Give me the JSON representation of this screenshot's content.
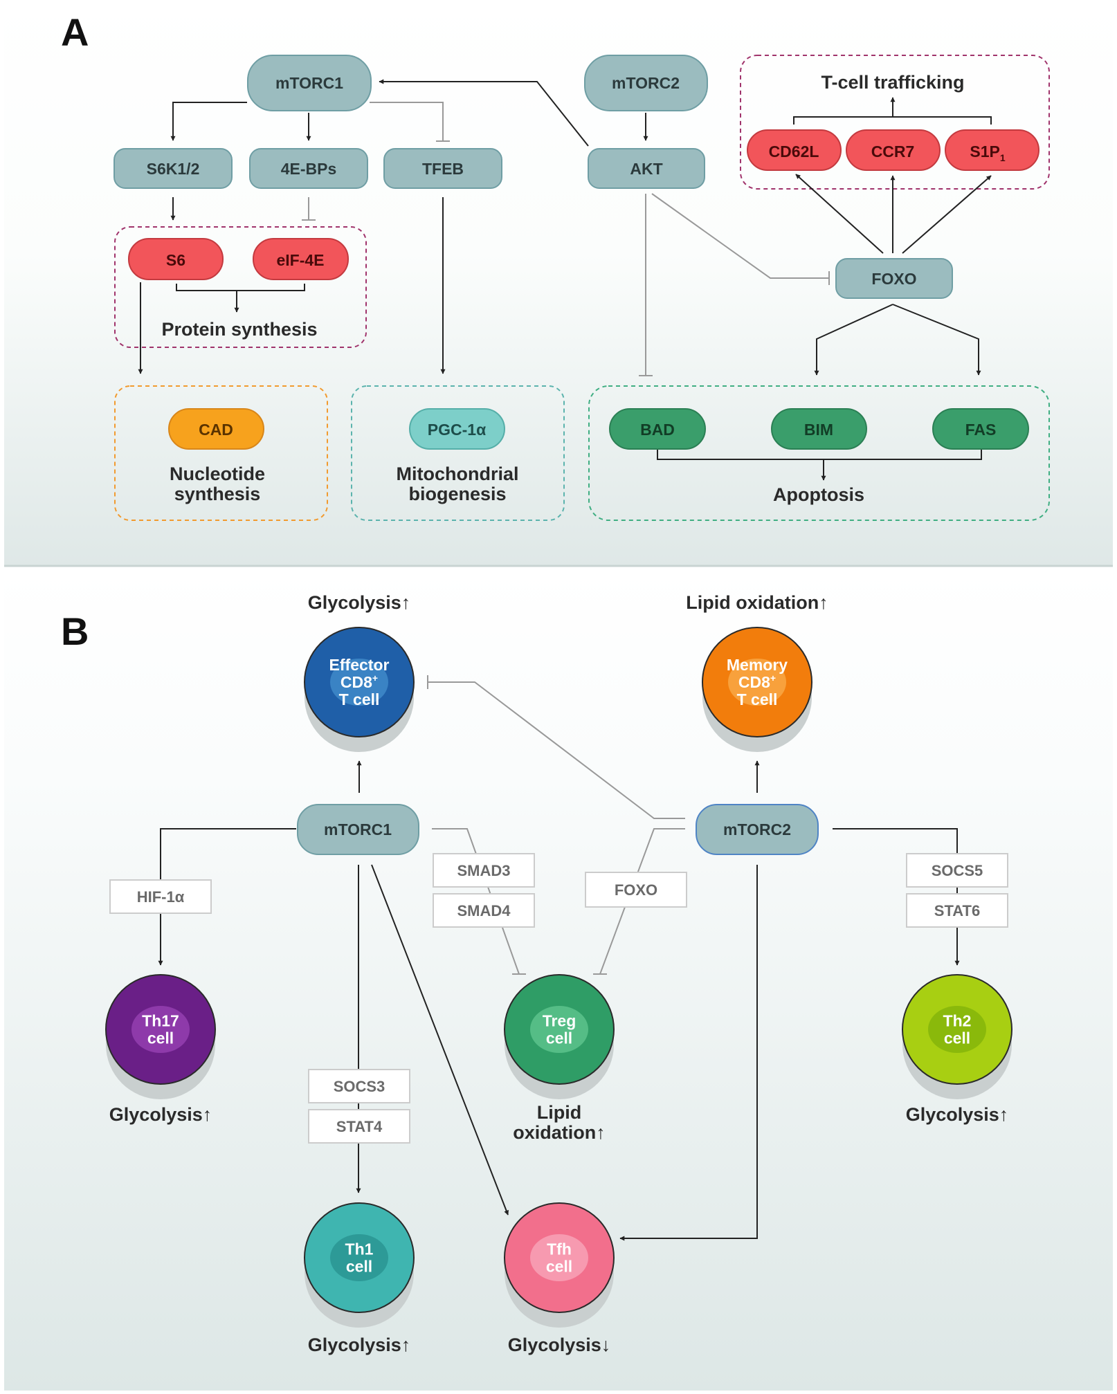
{
  "panels": {
    "a_letter": "A",
    "b_letter": "B"
  },
  "colors": {
    "node_fill": "#9bbcbf",
    "node_stroke": "#6f9ea4",
    "red_fill": "#f2555a",
    "red_stroke": "#c33a3f",
    "green_fill": "#3a9e6b",
    "green_stroke": "#2b7f54",
    "cad_fill": "#f7a21d",
    "pgc_fill": "#7dcfc9",
    "group_magenta": "#a0336b",
    "group_orange": "#f29a2e",
    "group_teal": "#5bb3ad",
    "group_green": "#3fae82",
    "panel_bg_top": "#ffffff",
    "panel_bg_bottom": "#e3ebea"
  },
  "panel_a": {
    "nodes": {
      "mtorc1": "mTORC1",
      "mtorc2": "mTORC2",
      "s6k": "S6K1/2",
      "ebps": "4E-BPs",
      "tfeb": "TFEB",
      "akt": "AKT",
      "foxo": "FOXO"
    },
    "red_nodes": {
      "s6": "S6",
      "eif4e": "eIF-4E",
      "cd62l": "CD62L",
      "ccr7": "CCR7",
      "s1p1": "S1P",
      "s1p1_sub": "1"
    },
    "green_nodes": {
      "bad": "BAD",
      "bim": "BIM",
      "fas": "FAS"
    },
    "cad": "CAD",
    "pgc": "PGC-1α",
    "labels": {
      "protein_synthesis": "Protein synthesis",
      "tcell_trafficking": "T-cell trafficking",
      "nucleotide_1": "Nucleotide",
      "nucleotide_2": "synthesis",
      "mito_1": "Mitochondrial",
      "mito_2": "biogenesis",
      "apoptosis": "Apoptosis"
    }
  },
  "panel_b": {
    "nodes": {
      "mtorc1": "mTORC1",
      "mtorc2": "mTORC2"
    },
    "boxes": {
      "hif": "HIF-1α",
      "smad3": "SMAD3",
      "smad4": "SMAD4",
      "foxo": "FOXO",
      "socs5": "SOCS5",
      "stat6": "STAT6",
      "socs3": "SOCS3",
      "stat4": "STAT4"
    },
    "cells": {
      "effector": {
        "line1": "Effector",
        "line2": "CD8",
        "line2_sup": "+",
        "line3": "T cell",
        "fill": "#1f5fa8",
        "inner": "#3a83c4"
      },
      "memory": {
        "line1": "Memory",
        "line2": "CD8",
        "line2_sup": "+",
        "line3": "T cell",
        "fill": "#f27d0c",
        "inner": "#f8a13c"
      },
      "th17": {
        "line1": "Th17",
        "line2": "cell",
        "fill": "#6a1f87",
        "inner": "#8e3aaa"
      },
      "treg": {
        "line1": "Treg",
        "line2": "cell",
        "fill": "#2f9d66",
        "inner": "#55bd86"
      },
      "th2": {
        "line1": "Th2",
        "line2": "cell",
        "fill": "#a8cf12",
        "inner": "#8ab90b"
      },
      "th1": {
        "line1": "Th1",
        "line2": "cell",
        "fill": "#3fb5b0",
        "inner": "#2d9a97"
      },
      "tfh": {
        "line1": "Tfh",
        "line2": "cell",
        "fill": "#f26f8c",
        "inner": "#f79ab0"
      }
    },
    "labels": {
      "effector": "Glycolysis↑",
      "memory": "Lipid oxidation↑",
      "th17": "Glycolysis↑",
      "treg_1": "Lipid",
      "treg_2": "oxidation↑",
      "th2": "Glycolysis↑",
      "th1": "Glycolysis↑",
      "tfh": "Glycolysis↓"
    }
  }
}
